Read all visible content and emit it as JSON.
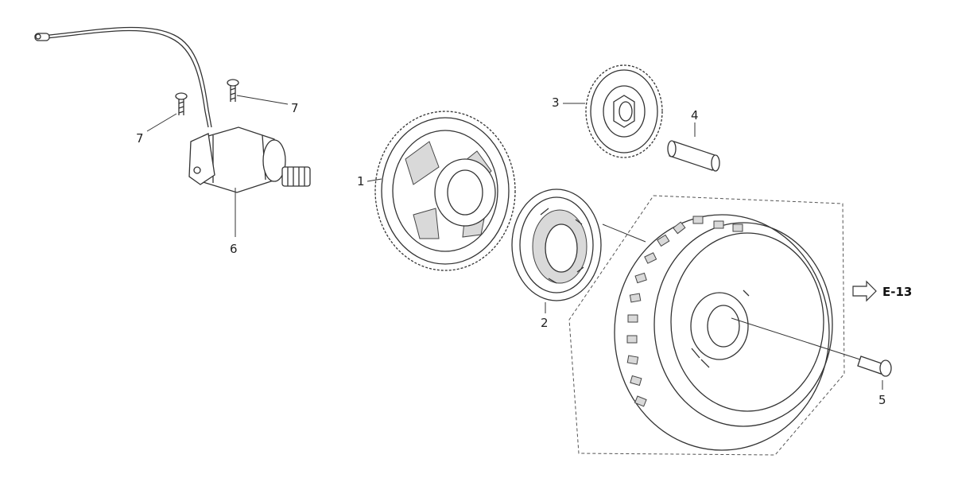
{
  "diagram": {
    "callouts": {
      "c1": "1",
      "c2": "2",
      "c3": "3",
      "c4": "4",
      "c5": "5",
      "c6": "6",
      "c7a": "7",
      "c7b": "7"
    },
    "reference_label": "E-13"
  }
}
